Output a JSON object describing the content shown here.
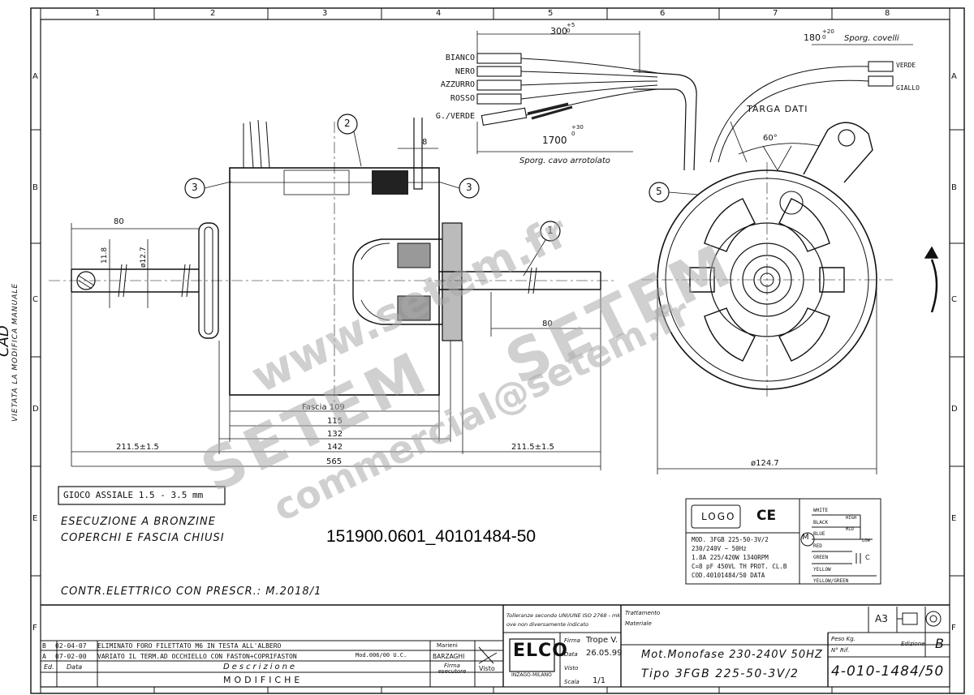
{
  "sheet": {
    "col_labels": [
      "1",
      "2",
      "3",
      "4",
      "5",
      "6",
      "7",
      "8"
    ],
    "row_labels": [
      "A",
      "B",
      "C",
      "D",
      "E",
      "F"
    ],
    "side_text": [
      "CAD",
      "VIETATA LA MODIFICA MANUALE"
    ]
  },
  "wires": {
    "left": [
      "BIANCO",
      "NERO",
      "AZZURRO",
      "ROSSO",
      "G./VERDE"
    ],
    "right": [
      "VERDE",
      "GIALLO"
    ],
    "dim_top": "300",
    "dim_top_tol": "+5\n0",
    "dim_cable": "1700",
    "dim_cable_tol": "+30\n0",
    "cable_note": "Sporg. cavo arrotolato",
    "dim_right": "180",
    "dim_right_tol": "+20\n0",
    "right_note": "Sporg. covelli"
  },
  "side_view": {
    "callouts": [
      "1",
      "2",
      "3",
      "3",
      "5"
    ],
    "dim_80_left": "80",
    "dim_11_8": "11.8",
    "dim_12_7": "ø12.7",
    "dim_8": "8",
    "dim_80_right": "80",
    "fascia": "Fascia 109",
    "d115": "115",
    "d132": "132",
    "d142": "142",
    "d211_left": "211.5±1.5",
    "d211_right": "211.5±1.5",
    "d565": "565"
  },
  "front_view": {
    "targa": "TARGA DATI",
    "angle": "60°",
    "diameter": "ø124.7"
  },
  "notes": {
    "gioco": "GIOCO ASSIALE 1.5 - 3.5 mm",
    "esecuzione": "ESECUZIONE A BRONZINE",
    "coperchi": "COPERCHI E FASCIA CHIUSI",
    "part_code": "151900.0601_40101484-50",
    "contr": "CONTR.ELETTRICO CON PRESCR.: M.2018/1"
  },
  "label_plate": {
    "logo": "LOGO",
    "ce": "CE",
    "lines": [
      "MOD. 3FGB 225-50-3V/2",
      "230/240V ~      50Hz",
      "1.8A  225/420W  1340RPM",
      "C=8 pF  450VL  TH PROT. CL.B",
      "COD.40101484/50     DATA"
    ],
    "m_symbol": "M",
    "wires": [
      "WHITE",
      "BLACK",
      "BLUE",
      "RED",
      "GREEN",
      "YELLOW",
      "YELLOW/GREEN"
    ],
    "speeds": [
      "HIGH",
      "MID",
      "LOW"
    ],
    "cap": "C"
  },
  "watermark": {
    "line1": "www.setem.fr",
    "line2": "SETEM",
    "line3": "commercial@setem.fr",
    "line4": "SETEM"
  },
  "title_block": {
    "revisions": [
      {
        "rev": "B",
        "date": "02-04-07",
        "desc": "ELIMINATO FORO FILETTATO M6 IN TESTA ALL'ALBERO"
      },
      {
        "rev": "A",
        "date": "07-02-00",
        "desc": "VARIATO IL TERM.AD OCCHIELLO CON FASTON+COPRIFASTON",
        "mod": "Mod.006/00 U.C."
      }
    ],
    "col_ed": "Ed.",
    "col_data": "Data",
    "col_descr": "Descrizione",
    "modifiche": "MODIFICHE",
    "marieni": "Marieni",
    "barzaghi": "BARZAGHI",
    "firma_esec": "Firma esecutore",
    "visto": "Visto",
    "company": "ELCO",
    "company_sub": "INZAGO-MILANO",
    "tolerance_note1": "Tolleranze secondo UNI/UNE ISO 2768 - mk",
    "tolerance_note2": "ove non diversamente indicato",
    "firma_label": "Firma",
    "firma": "Trope V.",
    "data_label": "Data",
    "data": "26.05.99",
    "visto_label": "Visto",
    "scala_label": "Scala",
    "scala": "1/1",
    "trattamento": "Trattamento",
    "materiale": "Materiale",
    "title1": "Mot.Monofase 230-240V 50HZ",
    "title2": "Tipo 3FGB 225-50-3V/2",
    "size": "A3",
    "peso_label": "Peso Kg.",
    "nrif_label": "N° Rif.",
    "edizione_label": "Edizione",
    "edizione": "B",
    "drawing_no": "4-010-1484/50"
  }
}
